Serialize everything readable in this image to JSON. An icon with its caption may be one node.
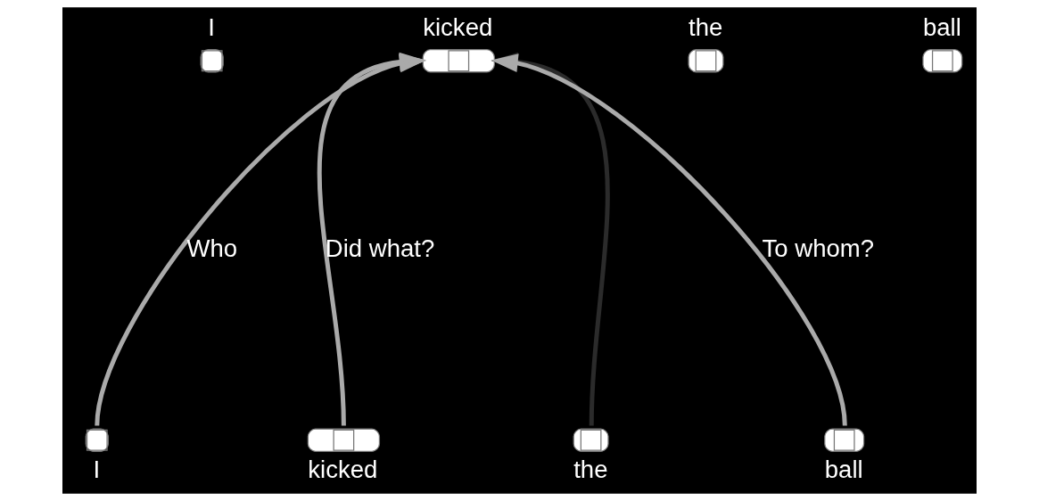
{
  "diagram": {
    "nodes": [
      {
        "text": [
          "I"
        ]
      },
      {
        "text": [
          "kicked"
        ]
      },
      {
        "text": [
          "the"
        ]
      },
      {
        "text": [
          "ball"
        ]
      },
      {
        "text": [
          "I"
        ]
      },
      {
        "text": [
          "kicked"
        ]
      },
      {
        "text": [
          "the"
        ]
      },
      {
        "text": [
          "ball"
        ]
      }
    ],
    "edges": [
      {
        "from": 4,
        "to": 1,
        "arrow": "to",
        "label": "Who"
      },
      {
        "from": 5,
        "to": 1,
        "arrow": "to",
        "label": "Did what?"
      },
      {
        "from": 6,
        "to": 1,
        "arrow": "to",
        "color": "#2b2b2b"
      },
      {
        "from": 7,
        "to": 1,
        "arrow": "to",
        "label": "To whom?"
      }
    ]
  }
}
